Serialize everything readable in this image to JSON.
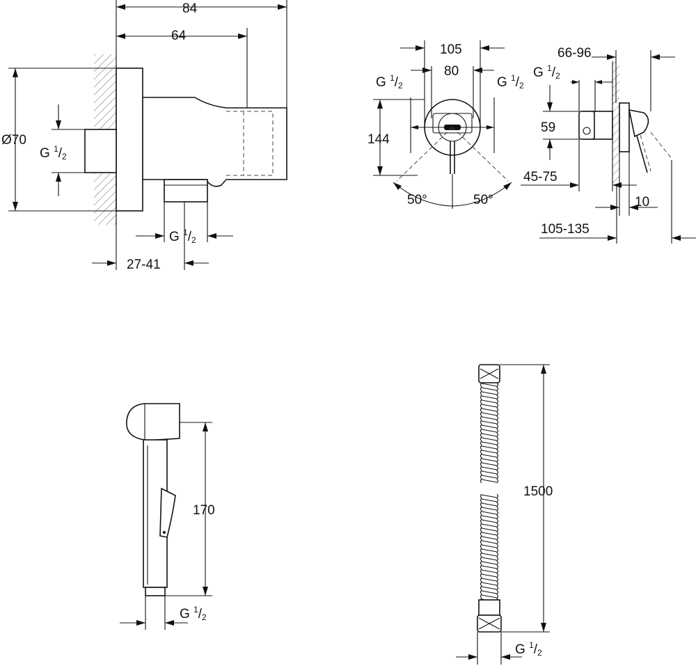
{
  "wall_elbow": {
    "width_total": "84",
    "width_body": "64",
    "diameter": "Ø70",
    "inlet_thread": {
      "main": "G",
      "num": "1",
      "den": "2"
    },
    "outlet_thread": {
      "main": "G",
      "num": "1",
      "den": "2"
    },
    "depth_range": "27-41"
  },
  "mixer_front": {
    "plate_width": "105",
    "inner_width": "80",
    "height": "144",
    "thread_left": {
      "main": "G",
      "num": "1",
      "den": "2"
    },
    "thread_right": {
      "main": "G",
      "num": "1",
      "den": "2"
    },
    "angle_left": "50°",
    "angle_right": "50°"
  },
  "mixer_side": {
    "depth_range": "66-96",
    "thread": {
      "main": "G",
      "num": "1",
      "den": "2"
    },
    "height": "59",
    "offset_range": "45-75",
    "plate_depth": "10",
    "total_range": "105-135"
  },
  "hand_shower": {
    "length": "170",
    "thread": {
      "main": "G",
      "num": "1",
      "den": "2"
    }
  },
  "hose": {
    "length": "1500",
    "thread": {
      "main": "G",
      "num": "1",
      "den": "2"
    }
  }
}
